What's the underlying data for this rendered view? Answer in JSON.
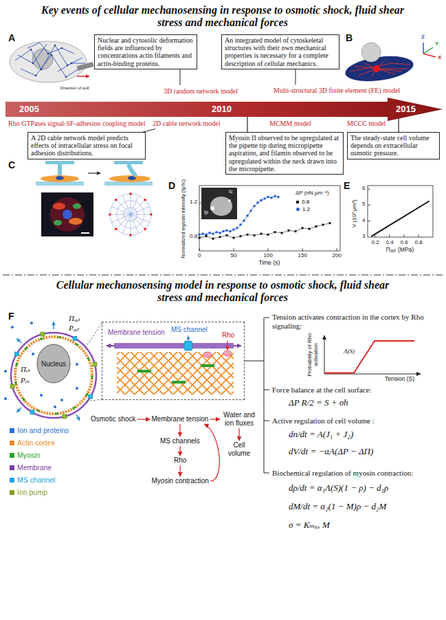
{
  "diagram": {
    "title": "Key events of cellular mechanosensing in response to osmotic shock, fluid shear stress and mechanical forces",
    "nodes": [
      {
        "text": [
          "Nuclear and cytosolic deformation fields are influenced by concentrations actin filaments and actin-binding proteins."
        ]
      },
      {
        "text": [
          "An integrated model of cytoskeletal structures with their own mechanical properties is necessary for a complete description of cellular mechanics."
        ]
      },
      {
        "text": [
          "2005",
          "2010",
          "2015"
        ]
      },
      {
        "text": [
          "A 2D cable network model predicts effects of intracellular stress on focal adhesion distributions."
        ]
      },
      {
        "text": [
          "Myosin II observed to be upregulated at the pipette tip during micropipette aspiration, and filamin observed to be upregulated within the neck drawn into the micropipette."
        ]
      },
      {
        "text": [
          "The steady-state cell volume depends on extracellular osmotic pressure."
        ]
      },
      {
        "text": [
          "Nucleus"
        ]
      },
      {
        "text": [
          "Membrane tension",
          "MS channel",
          "Rho"
        ]
      },
      {
        "text": [
          "Osmotic shock"
        ]
      },
      {
        "text": [
          "Membrane tension"
        ]
      },
      {
        "text": [
          "Water and ion fluxes"
        ]
      },
      {
        "text": [
          "Cell volume"
        ]
      },
      {
        "text": [
          "MS channels"
        ]
      },
      {
        "text": [
          "Rho"
        ]
      },
      {
        "text": [
          "Myosin contraction"
        ]
      }
    ],
    "edges": [
      {
        "from": 4,
        "to": 2,
        "arrow": "none"
      },
      {
        "from": 5,
        "to": 2,
        "arrow": "none"
      },
      {
        "from": 8,
        "to": 9,
        "arrow": "to"
      },
      {
        "from": 9,
        "to": 10,
        "arrow": "to"
      },
      {
        "from": 10,
        "to": 11,
        "arrow": "to"
      },
      {
        "from": 9,
        "to": 12,
        "arrow": "to"
      },
      {
        "from": 12,
        "to": 13,
        "arrow": "to"
      },
      {
        "from": 13,
        "to": 14,
        "arrow": "to"
      },
      {
        "from": 14,
        "to": 9,
        "arrow": "to"
      }
    ],
    "labels": [
      "A",
      "Direction of pull",
      "B",
      "Z",
      "Y",
      "X",
      "3D random network model",
      "Multi-structural 3D finite element (FE) model",
      "Rho GTPases signal-SF-adhesion coupling model",
      "2D cable network model",
      "MCMM model",
      "MCCC model",
      "C",
      "D",
      "Normalized myosin intensity (Ip/Ic)",
      "1.2",
      "0.8",
      "0",
      "50",
      "100",
      "150",
      "200",
      "Time (s)",
      "Ic",
      "Ip",
      "ΔP (nN μm⁻²)",
      "E",
      "V (10³ μm³)",
      "6",
      "5",
      "4",
      "3",
      "0.2",
      "0.4",
      "0.6",
      "0.8",
      "Πₒᵤₜ (MPa)",
      "Cellular mechanosensing model in response to osmotic shock, fluid shear stress and mechanical forces",
      "F",
      "Πₒᵤₜ",
      "Pₒᵤₜ",
      "Πᵢₙ",
      "Pᵢₙ",
      "Tension activates contraction in the cortex by Rho signaling:",
      "Probability of Rho activation",
      "Λ(S)",
      "Tension (S)",
      "Force balance at the cell surface:",
      "ΔP R/2 = S + σh",
      "Active regulation of cell volume :",
      "dn/dt = A(J₁ + J₂)",
      "dV/dt = −αA(ΔP − ΔΠ)",
      "Biochemical regulation of myosin contraction:",
      "dρ/dt = α₁Λ(S)(1 − ρ) − d₁ρ",
      "dM/dt = α₂(1 − M)ρ − d₂M",
      "σ = Kₘₐₓ M"
    ],
    "legend": [
      {
        "text": "0.8"
      },
      {
        "text": "1.2"
      },
      {
        "text": "Ion and proteins",
        "color": "#2a6fd6"
      },
      {
        "text": "Actin cortex",
        "color": "#f08a24"
      },
      {
        "text": "Myosin",
        "color": "#2ca02c"
      },
      {
        "text": "Membrane",
        "color": "#7a3fa0"
      },
      {
        "text": "MS channel",
        "color": "#1aa5dd"
      },
      {
        "text": "Ion pump",
        "color": "#7f9f1f"
      }
    ]
  }
}
